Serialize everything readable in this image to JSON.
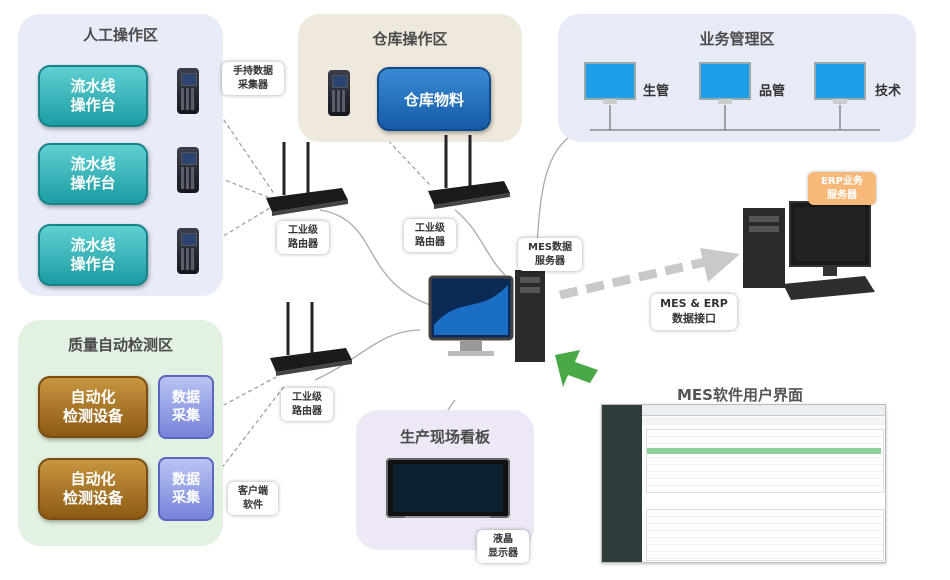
{
  "zones": {
    "manual": "人工操作区",
    "warehouse": "仓库操作区",
    "business": "业务管理区",
    "quality": "质量自动检测区",
    "board": "生产现场看板"
  },
  "manual_stations": [
    "流水线\n操作台",
    "流水线\n操作台",
    "流水线\n操作台"
  ],
  "warehouse_item": "仓库物料",
  "handheld_label": "手持数据\n采集器",
  "router_label": "工业级\n路由器",
  "business_terminals": [
    "生管",
    "品管",
    "技术"
  ],
  "mes_server_label": "MES数据\n服务器",
  "erp_server_label": "ERP业务\n服务器",
  "interface_label": "MES & ERP\n数据接口",
  "quality_devices": [
    "自动化\n检测设备",
    "自动化\n检测设备"
  ],
  "data_collect": [
    "数据\n采集",
    "数据\n采集"
  ],
  "client_label": "客户端\n软件",
  "lcd_label": "液晶\n显示器",
  "ui_title": "MES软件用户界面",
  "colors": {
    "manual_bg": "#e8ebf8",
    "warehouse_bg": "#efe8dc",
    "business_bg": "#e7ebf8",
    "quality_bg": "#e2f2e2",
    "board_bg": "#eee8f6",
    "accent_green": "#49a947"
  }
}
